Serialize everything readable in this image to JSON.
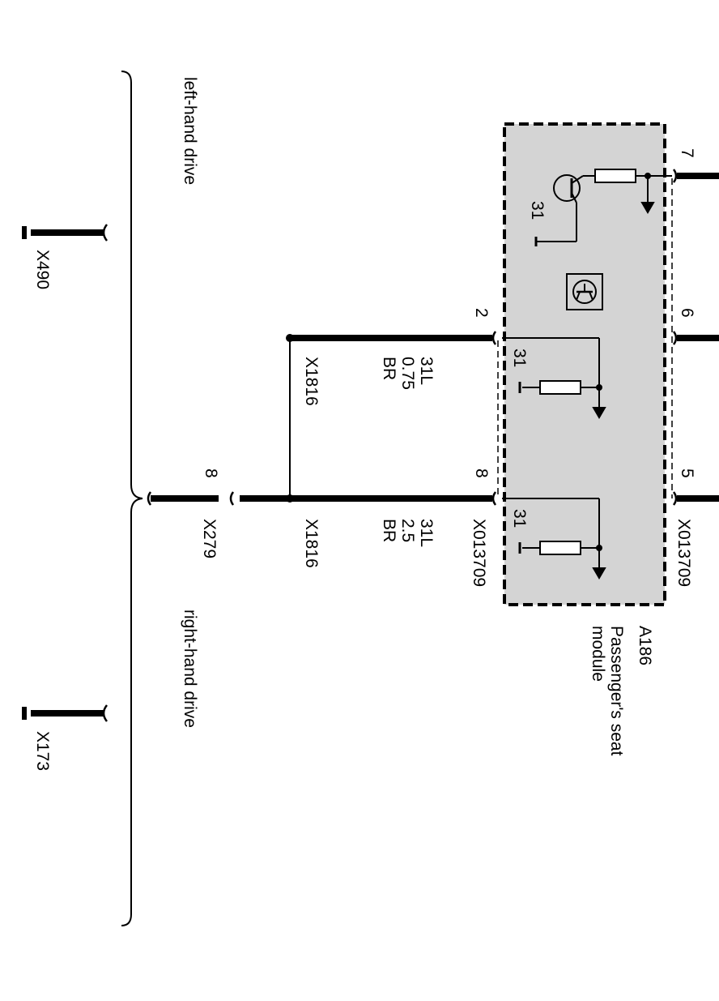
{
  "module": {
    "id": "A186",
    "name_line1": "Passenger's seat",
    "name_line2": "module",
    "fill": "#d4d4d4"
  },
  "connectors": {
    "module_left": "X013709",
    "module_right": "X013709",
    "splice_upper": "X1816",
    "splice_lower": "X1816",
    "left_end": "X279",
    "ground_top": "X490",
    "ground_bottom": "X173"
  },
  "pins": {
    "p2": "2",
    "p8": "8",
    "p8_left": "8",
    "p7": "7",
    "p6": "6",
    "p5": "5"
  },
  "wire_upper": {
    "line1": "31L",
    "line2": "0.75",
    "line3": "BR"
  },
  "wire_lower": {
    "line1": "31L",
    "line2": "2.5",
    "line3": "BR"
  },
  "internal_ground_labels": {
    "transistor": "31",
    "upper": "31",
    "lower": "31"
  },
  "variants": {
    "top": "left-hand drive",
    "bottom": "right-hand drive"
  },
  "icons": [
    "transistor-symbol-icon",
    "ground-symbol-icon",
    "resistor-icon",
    "arrow-icon"
  ]
}
